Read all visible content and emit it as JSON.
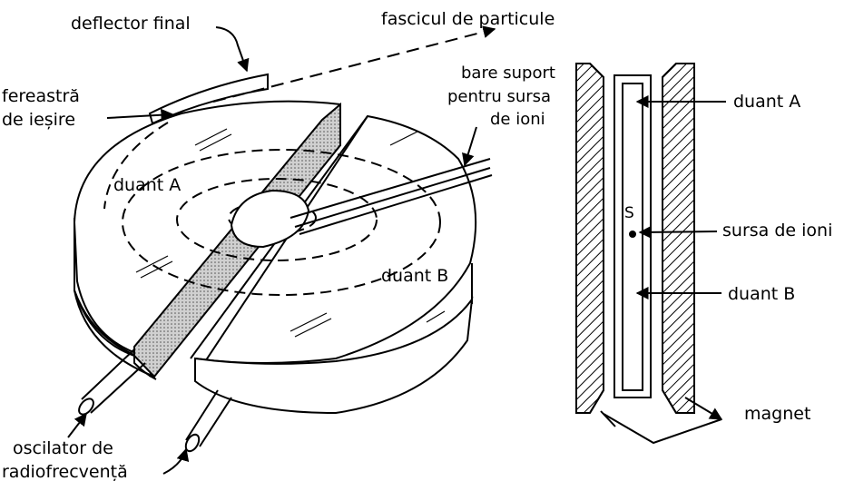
{
  "labels": {
    "deflector_final": "deflector final",
    "fascicul_de_particule": "fascicul de particule",
    "fereastra_line1": "fereastră",
    "fereastra_line2": "de ieșire",
    "bare_line1": "bare suport",
    "bare_line2": "pentru sursa",
    "bare_line3": "de ioni",
    "duant_a_left": "duant A",
    "duant_b_left": "duant B",
    "oscilator_line1": "oscilator de",
    "oscilator_line2": "radiofrecvență",
    "duant_a_right": "duant A",
    "sursa_de_ioni": "sursa de ioni",
    "duant_b_right": "duant B",
    "magnet": "magnet",
    "s_marker": "S"
  },
  "colors": {
    "ink": "#000000",
    "paper": "#ffffff",
    "gap_shade": "#bcbcbc"
  }
}
